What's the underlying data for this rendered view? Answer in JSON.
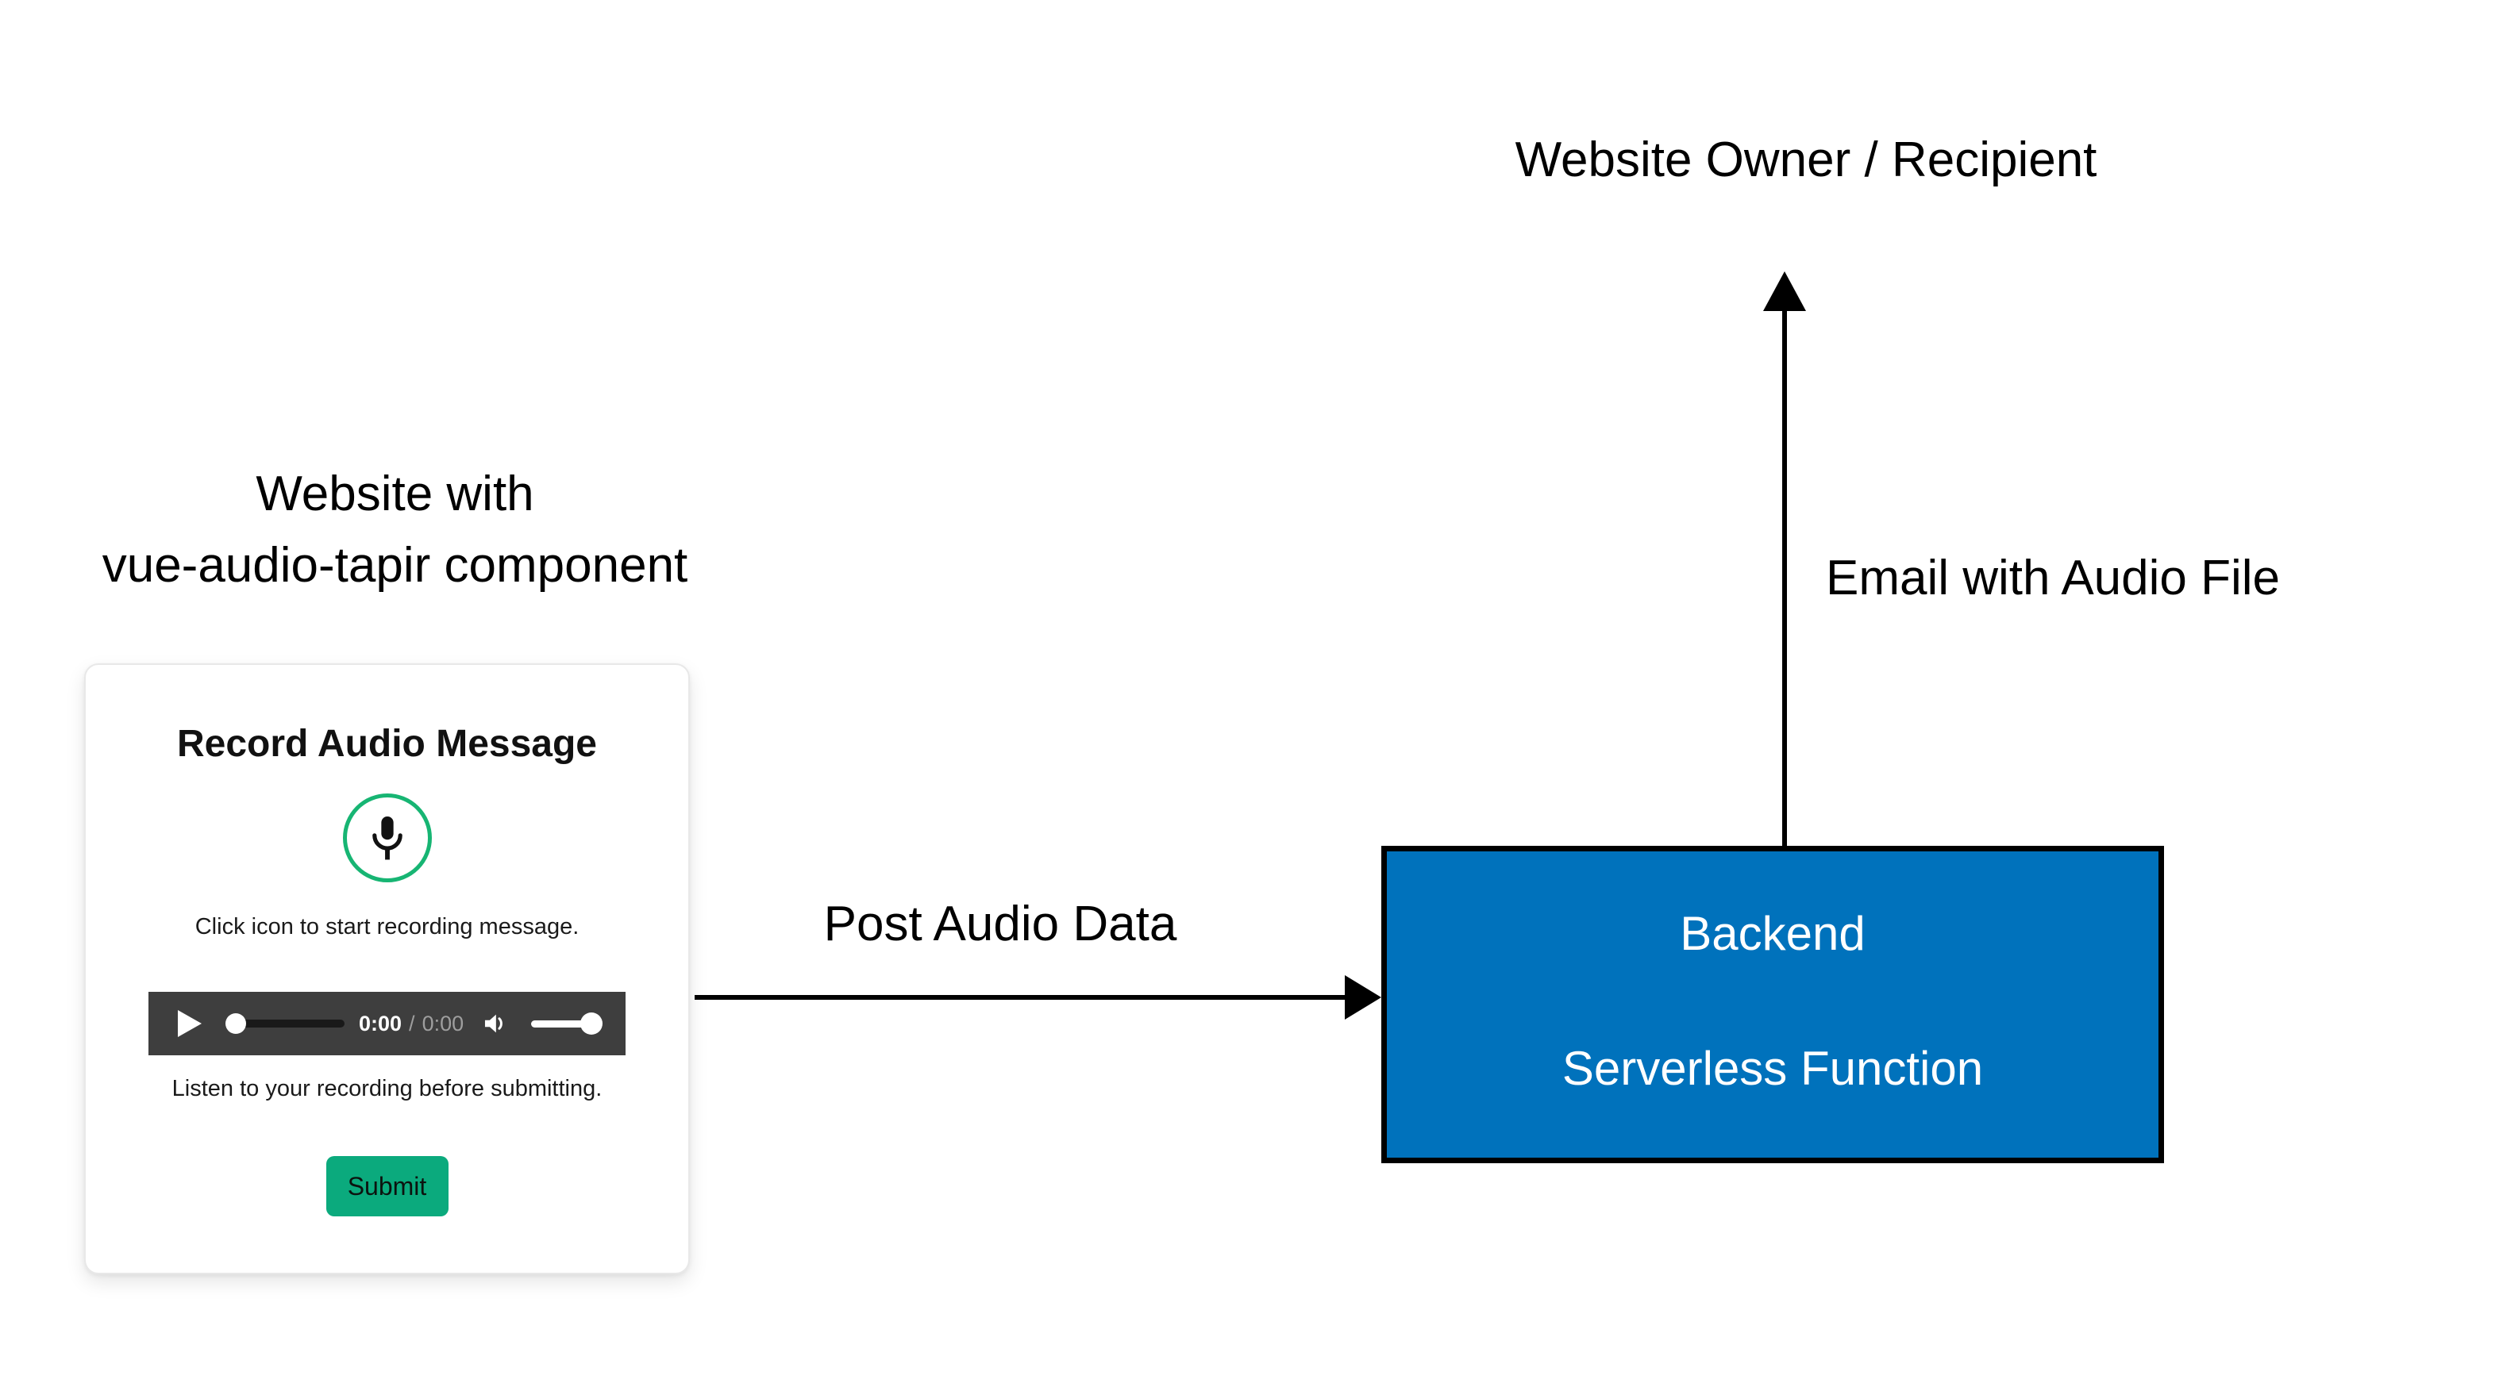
{
  "colors": {
    "canvas_bg": "#FFFFFF",
    "text_black": "#000000",
    "arrow_black": "#000000",
    "backend_blue": "#0072BC",
    "backend_text": "#FFFFFF",
    "card_border": "#E8E8E8",
    "mic_ring_green": "#17B573",
    "submit_green": "#0BAA7D",
    "player_bar_gray": "#3E3E3E",
    "player_track_dark": "#191919",
    "duration_gray": "#9E9E9E"
  },
  "labels": {
    "website": {
      "line1": "Website with",
      "line2": "vue-audio-tapir component"
    },
    "recipient": "Website Owner / Recipient",
    "email_flow": "Email with Audio File",
    "post_flow": "Post Audio Data"
  },
  "backend_box": {
    "line1": "Backend",
    "line2": "Serverless Function"
  },
  "recorder_widget": {
    "title": "Record Audio Message",
    "record_hint": "Click icon to start recording message.",
    "listen_hint": "Listen to your recording before submitting.",
    "player": {
      "current_time": "0:00",
      "separator": "/",
      "duration": "0:00"
    },
    "submit_label": "Submit"
  },
  "icons": {
    "record": "microphone-icon",
    "play": "play-icon",
    "volume": "speaker-icon",
    "flow_right": "arrowhead-right-icon",
    "flow_up": "arrowhead-up-icon"
  }
}
